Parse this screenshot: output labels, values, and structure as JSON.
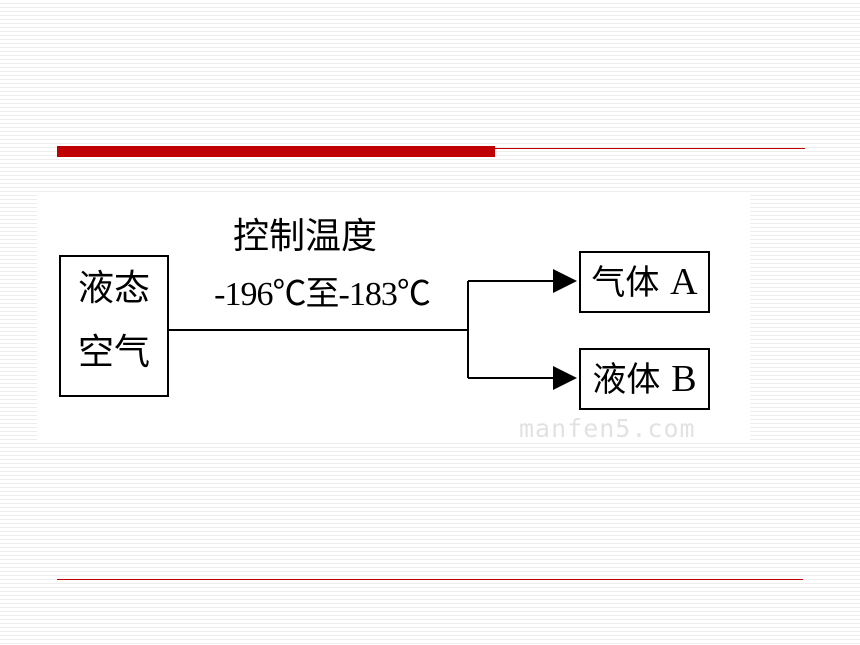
{
  "diagram": {
    "source_label_line1": "液态",
    "source_label_line2": "空气",
    "control_label": "控制温度",
    "temperature_range": "-196℃至-183℃",
    "outputs": [
      {
        "name": "气体",
        "letter": "A"
      },
      {
        "name": "液体",
        "letter": "B"
      }
    ],
    "watermark": "manfen5.com"
  },
  "colors": {
    "accent_red": "#c00000",
    "line_black": "#000000"
  }
}
